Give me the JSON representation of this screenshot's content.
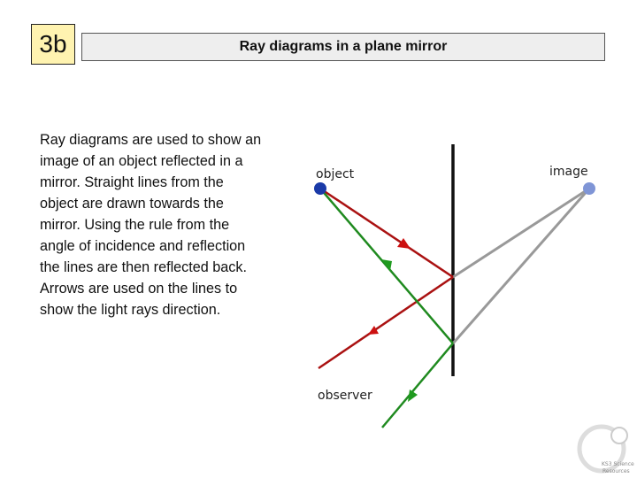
{
  "slide": {
    "number": "3b",
    "title": "Ray diagrams in a plane mirror",
    "body": "Ray diagrams are used to show an image of an object reflected in a mirror. Straight lines from the object are drawn towards the mirror. Using the rule from the angle of incidence and reflection the lines are then reflected back. Arrows are used on the lines to show the light rays direction."
  },
  "diagram": {
    "labels": {
      "object": "object",
      "image": "image",
      "observer": "observer"
    },
    "colors": {
      "red_ray": "#aa1111",
      "green_ray": "#1f8a1f",
      "grey_ray": "#999999",
      "mirror": "#111111",
      "object_dot": "#1a3aa8",
      "image_dot": "#7f95d6"
    }
  },
  "logo": {
    "line1": "KS3 Science",
    "line2": "Resources"
  }
}
